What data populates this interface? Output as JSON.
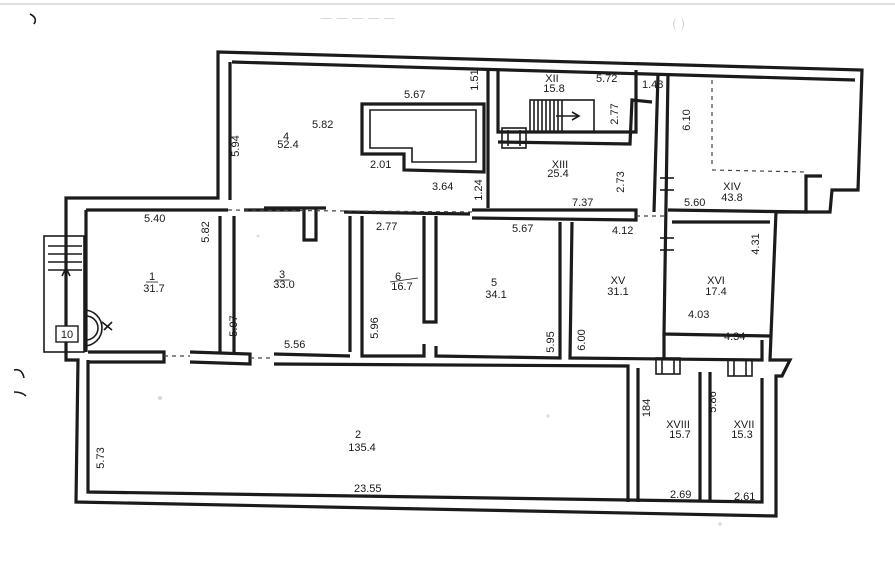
{
  "header_faint_text": "— — — — —",
  "header_faint_right": "( )",
  "stair_marker": "10",
  "rooms": [
    {
      "id": "1",
      "area": "31.7"
    },
    {
      "id": "2",
      "area": "135.4"
    },
    {
      "id": "3",
      "area": "33.0"
    },
    {
      "id": "4",
      "area": "52.4"
    },
    {
      "id": "5",
      "area": "34.1"
    },
    {
      "id": "6",
      "area": "16.7"
    },
    {
      "id": "XII",
      "area": "15.8"
    },
    {
      "id": "XIII",
      "area": "25.4"
    },
    {
      "id": "XIV",
      "area": "43.8"
    },
    {
      "id": "XV",
      "area": "31.1"
    },
    {
      "id": "XVI",
      "area": "17.4"
    },
    {
      "id": "XVII",
      "area": "15.3"
    },
    {
      "id": "XVIII",
      "area": "15.7"
    }
  ],
  "dimensions": {
    "r4_top": "5.67",
    "r4_width": "5.82",
    "r4_side": "5.94",
    "xii_side": "1.51",
    "xii_width": "5.72",
    "xii_stair": "2.77",
    "corner": "1.48",
    "niche_w": "2.01",
    "niche_bottom": "3.64",
    "passage": "1.24",
    "xiii_side": "2.73",
    "xiii_bottom": "7.37",
    "xiv_side": "6.10",
    "xiv_bottom": "5.60",
    "r1_top": "5.40",
    "r1_side": "5.82",
    "r6_top": "2.77",
    "r5_top": "5.67",
    "xv_top": "4.12",
    "xvi_side": "4.31",
    "r3_side": "5.97",
    "r3_bottom": "5.56",
    "r6_side": "5.96",
    "r5_side": "5.95",
    "xv_side": "6.00",
    "xvi_bottom": "4.03",
    "xv_bottom": "4.34",
    "r2_side": "5.73",
    "r2_bottom": "23.55",
    "xviii_side": "184",
    "xvii_side": "5.86",
    "xviii_bottom": "2.69",
    "xvii_bottom": "2.61"
  }
}
